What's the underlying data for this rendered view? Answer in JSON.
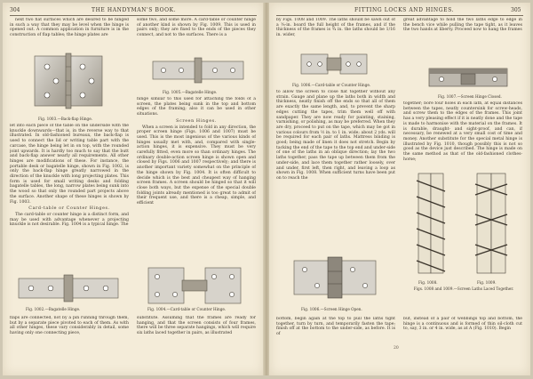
{
  "left_page": {
    "page_number": "304",
    "running_head": "THE HANDYMAN'S BOOK.",
    "col1_para1": "next two flat surfaces which are desired to be hinged in such a way that they may be level when the hinge is opened out. A common application in furniture is in the construction of flap tables; the hinge plates are",
    "col2_para1": "some two, and some more. A card-table or counter hinge of another kind is shown by Fig. 1009. This is used in pairs only; they are fixed to the ends of the pieces they connect, and not to the surfaces. There is a",
    "fig1003_caption": "Fig. 1003.—Back-flap Hinge.",
    "fig1005_caption": "Fig. 1005.—Bagatelle Hinge.",
    "col1_para2": "let into each piece of the table on the underside with the knuckle downwards—that is, in the reverse way to that illustrated. In old-fashioned bureaux, the back-flap is used to connect the lid or writing table part with the carcase, the hinge being let in on top, with the rounded joint upwards. It is hardly too much to say that the butt and back-flap answer nearly all requirements. All other hinges are modifications of these. For instance, the portable desk or bagatelle hinge, shown in Fig. 1002, is only the back-flap hinge greatly narrowed in the direction of the knuckle with long projecting plates. This form is used for small writing desks and folding bagatelle tables, the long, narrow plates being sunk into the wood so that only the rounded part projects above the surface. Another shape of these hinges is shown by Fig. 1003.",
    "col1_subhead": "Card-table or Counter Hinges.",
    "col1_para3": "The card-table or counter hinge is a distinct form, and may be used with advantage whenever a projecting knuckle is not desirable. Fig. 1004 is a typical hinge. The",
    "col2_para2": "hinge similar to this used for attaching the folds of a screen, the plates being sunk in the top and bottom edges of the framing; also it can be used in other situations.",
    "col2_subhead": "Screen Hinges.",
    "col2_para3": "When a screen is intended to fold in any direction, the proper screen hinge (Figs. 1006 and 1007) must be used. This is the most ingenious of the various kinds of hinges usually met with, and, compared with single-action hinges, it is expensive. They must be very carefully fitted, even more so than ordinary hinges. The ordinary double-action screen hinge is shown open and closed by Figs. 1006 and 1007 respectively; and there is another important variety somewhat on the principle of the hinge shown by Fig. 1004. It is often difficult to decide which is the best and cheapest way of hanging screen frames. A screen should be hinged so that it will close both ways, but the expense of the special double folding joints already mentioned is too great to admit of their frequent use, and there is a cheap, simple, and efficient",
    "fig1002_caption": "Fig. 1002.—Bagatelle Hinge.",
    "fig1004_caption": "Fig. 1004.—Card-table or Counter Hinge.",
    "col1_para4": "flaps are connected, not by a pin running through them, but by a separate piece pivoted to each of them. As with all other hinges, these vary considerably in detail, some having only one connecting piece,",
    "col2_para4": "substitute. Assuming that the frames are ready for hanging, and that the screen consists of four frames, there will be three separate hangings, which will require six laths laced together in pairs, as illustrated"
  },
  "right_page": {
    "page_number": "305",
    "running_head": "FITTING LOCKS AND HINGES.",
    "col1_para1": "by Figs. 1008 and 1009. The laths should be sawn out of a ⅜-in. board the full height of the frames, and if the thickness of the frames is ¾ in. the laths should be 1/16 in. wider,",
    "col2_para1": "great advantage to hold the two laths edge to edge in the bench vice while pulling the tape tight, as it leaves the two hands at liberty. Proceed now to hang the frames",
    "fig1006_caption": "Fig. 1006.—Card-table or Counter Hinge.",
    "fig1007_caption": "Fig. 1007.—Screen Hinge Closed.",
    "col1_para2": "to allow the screen to close flat together without any strain. Gauge and plane up the laths both in width and thickness, neatly finish off the ends so that all of them are exactly the same length, and, to prevent the sharp edges cutting the tapes, trim them well off with sandpaper. They are now ready for painting, staining, varnishing, or polishing, as may be preferred. When they are dry, proceed to put on the tape, which may be got in various colours from ½ in. to 1 in. wide; about 2 yds. will be required for each pair of laths. Mattress binding is good; being made of linen it does not stretch. Begin by tacking the end of the tape to the top end and under-side of one of the laths in an oblique direction; lay the two laths together, pass the tape up between them from the under-side, and lace them together rather loosely, over and under, first left, then right, and leaving a loop as shown in Fig. 1008. When sufficient turns have been put on to reach the",
    "col2_para2": "together; bore four holes in each lath, at equal distances between the tapes, neatly countersink for screw-heads, and screw them to the edges of the frames. This joint has a very pleasing effect if it is neatly done and the tape is made to harmonise with the material on the frames. It is durable, draught- and sight-proof, and can, if necessary, be renewed at a very small cost of time and money. Another substitute for the special metal hinge is illustrated by Fig. 1010, though possibly this is not so good as the device just described. The hinge is made on the same method as that of the old-fashioned clothes-horse;",
    "fig1008_caption": "Fig. 1008.",
    "fig1009_caption": "Fig. 1009.",
    "fig1008_1009_caption": "Figs. 1008 and 1009.—Screen Laths Laced Together.",
    "fig1006b_caption": "Fig. 1006.—Screen Hinge Open.",
    "col1_para3": "bottom, begin again at the top to pull the laths tight together, turn by turn, and temporarily fasten the tape; finish off at the bottom to the under-side, as before. It is of",
    "col2_para3": "but, instead of a pair of webbings top and bottom, the hinge is a continuous and is formed of thin oil-cloth cut to, say, 3 in. or 4 in. wide, as at A (Fig. 1010). Begin",
    "signature": "20"
  },
  "colors": {
    "paper": "#f4ecd9",
    "ink": "#3b342b",
    "metal": "#c9c5bd",
    "metal_dark": "#8d877c"
  }
}
